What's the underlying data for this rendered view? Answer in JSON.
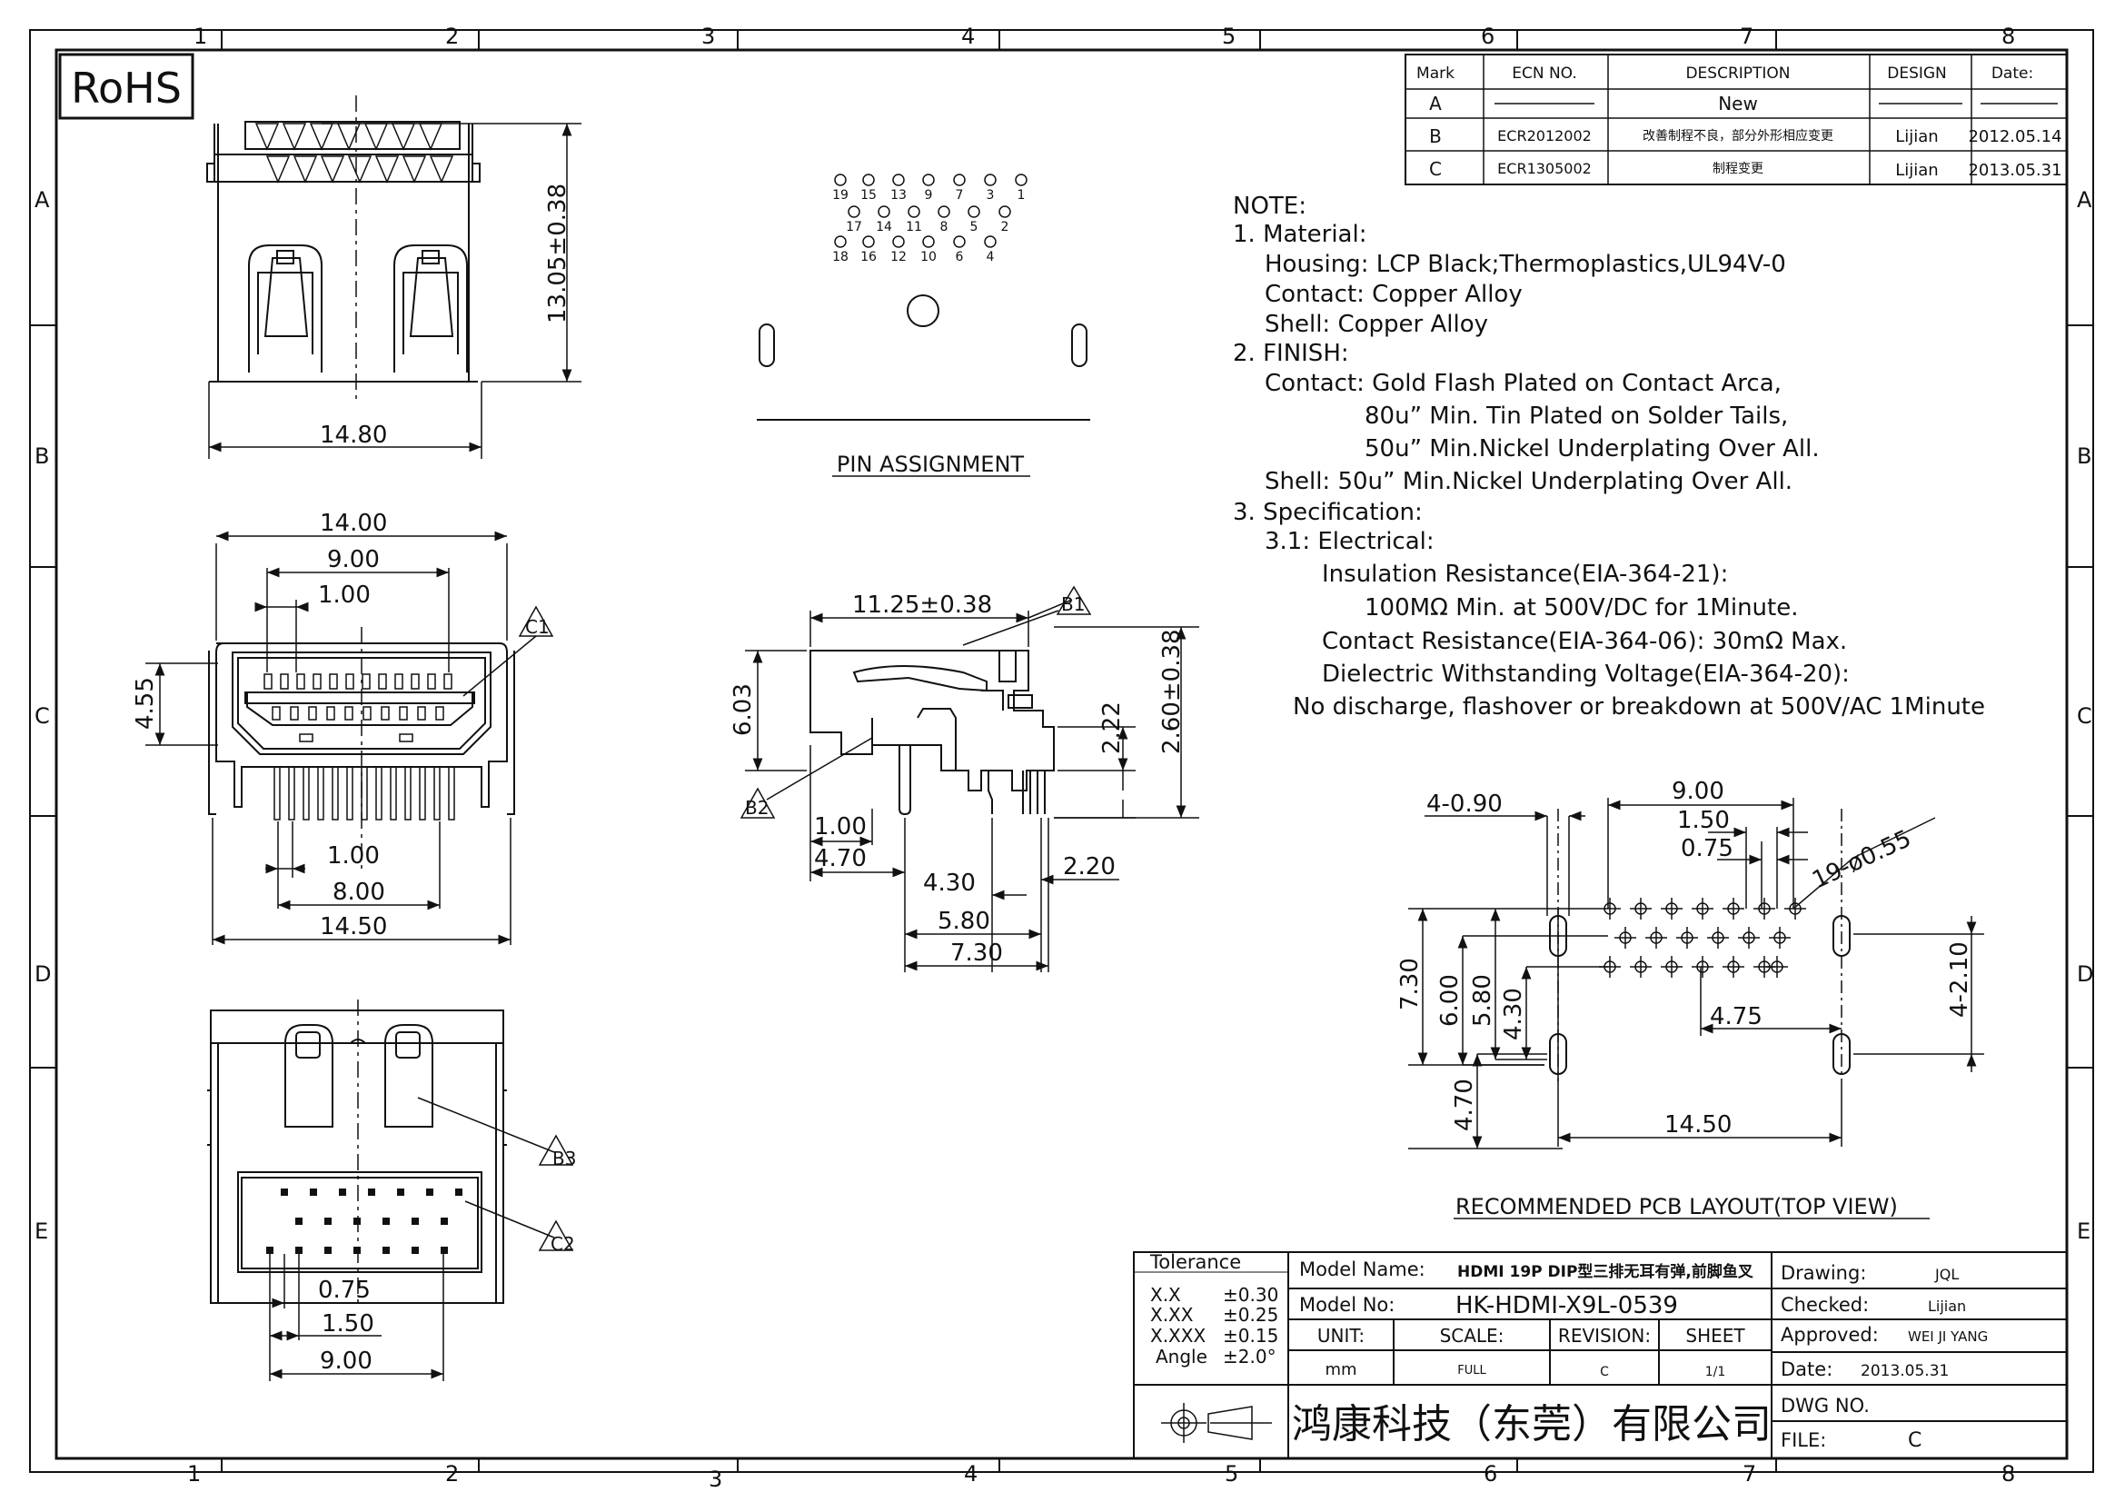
{
  "frame": {
    "columns": [
      "1",
      "2",
      "3",
      "4",
      "5",
      "6",
      "7",
      "8"
    ],
    "rows": [
      "A",
      "B",
      "C",
      "D",
      "E"
    ]
  },
  "rohs": "RoHS",
  "revision_table": {
    "headers": [
      "Mark",
      "ECN NO.",
      "DESCRIPTION",
      "DESIGN",
      "Date:"
    ],
    "rows": [
      {
        "mark": "A",
        "ecn": "",
        "desc": "New",
        "design": "",
        "date": ""
      },
      {
        "mark": "B",
        "ecn": "ECR2012002",
        "desc": "改善制程不良，部分外形相应变更",
        "design": "Lijian",
        "date": "2012.05.14"
      },
      {
        "mark": "C",
        "ecn": "ECR1305002",
        "desc": "制程变更",
        "design": "Lijian",
        "date": "2013.05.31"
      }
    ]
  },
  "notes": [
    "NOTE:",
    "1.  Material:",
    "Housing:  LCP  Black;Thermoplastics,UL94V-0",
    "Contact:  Copper  Alloy",
    "Shell:  Copper  Alloy",
    "2.  FINISH:",
    "Contact:  Gold  Flash  Plated  on  Contact  Arca,",
    "80u”  Min.  Tin  Plated  on  Solder  Tails,",
    "50u”  Min.Nickel  Underplating  Over  All.",
    "Shell:  50u”  Min.Nickel  Underplating  Over  All.",
    "3.  Specification:",
    "3.1:  Electrical:",
    "Insulation  Resistance(EIA-364-21):",
    "100MΩ  Min.  at  500V/DC  for  1Minute.",
    "Contact  Resistance(EIA-364-06):  30mΩ  Max.",
    "Dielectric  Withstanding  Voltage(EIA-364-20):",
    "No  discharge,  flashover  or  breakdown  at  500V/AC  1Minute"
  ],
  "pin_assignment": {
    "title": "PIN  ASSIGNMENT",
    "row1": [
      "19",
      "15",
      "13",
      "9",
      "7",
      "3",
      "1"
    ],
    "row2": [
      "17",
      "14",
      "11",
      "8",
      "5",
      "2"
    ],
    "row3": [
      "18",
      "16",
      "12",
      "10",
      "6",
      "4"
    ]
  },
  "top_view": {
    "height_dim": "13.05±0.38",
    "width_dim": "14.80"
  },
  "front_view": {
    "dim_14_00": "14.00",
    "dim_9_00": "9.00",
    "dim_1_00_top": "1.00",
    "dim_4_55": "4.55",
    "dim_1_00_bot": "1.00",
    "dim_8_00": "8.00",
    "dim_14_50": "14.50",
    "callout": "C1"
  },
  "side_view": {
    "dim_11_25": "11.25±0.38",
    "dim_6_03": "6.03",
    "dim_2_22": "2.22",
    "dim_2_60": "2.60±0.38",
    "dim_1_00": "1.00",
    "dim_4_70": "4.70",
    "dim_4_30": "4.30",
    "dim_2_20": "2.20",
    "dim_5_80": "5.80",
    "dim_7_30": "7.30",
    "callout_b1": "B1",
    "callout_b2": "B2"
  },
  "bottom_view": {
    "dim_0_75": "0.75",
    "dim_1_50": "1.50",
    "dim_9_00": "9.00",
    "callout_b3": "B3",
    "callout_c2": "C2"
  },
  "pcb_layout": {
    "title": "RECOMMENDED  PCB  LAYOUT(TOP  VIEW)",
    "dim_4_090": "4-0.90",
    "dim_9_00": "9.00",
    "dim_1_50": "1.50",
    "dim_0_75": "0.75",
    "dim_19_055": "19-ø0.55",
    "dim_7_30": "7.30",
    "dim_6_00": "6.00",
    "dim_5_80": "5.80",
    "dim_4_30": "4.30",
    "dim_4_70": "4.70",
    "dim_4_75": "4.75",
    "dim_14_50": "14.50",
    "dim_4_210": "4-2.10"
  },
  "title_block": {
    "tolerance_label": "Tolerance",
    "tol_rows": [
      [
        "X.X",
        "±0.30"
      ],
      [
        "X.XX",
        "±0.25"
      ],
      [
        "X.XXX",
        "±0.15"
      ],
      [
        "Angle",
        "±2.0°"
      ]
    ],
    "model_name_label": "Model  Name:",
    "model_name_value": "HDMI  19P  DIP型三排无耳有弹,前脚鱼叉",
    "model_no_label": "Model  No:",
    "model_no_value": "HK-HDMI-X9L-0539",
    "unit_label": "UNIT:",
    "unit_value": "mm",
    "scale_label": "SCALE:",
    "scale_value": "FULL",
    "revision_label": "REVISION:",
    "revision_value": "C",
    "sheet_label": "SHEET",
    "sheet_value": "1/1",
    "company": "鸿康科技（东莞）有限公司",
    "drawing_label": "Drawing:",
    "drawing_value": "JQL",
    "checked_label": "Checked:",
    "checked_value": "Lijian",
    "approved_label": "Approved:",
    "approved_value": "WEI  JI  YANG",
    "date_label": "Date:",
    "date_value": "2013.05.31",
    "dwg_label": "DWG  NO.",
    "dwg_value": "",
    "file_label": "FILE:",
    "file_value": "C"
  }
}
